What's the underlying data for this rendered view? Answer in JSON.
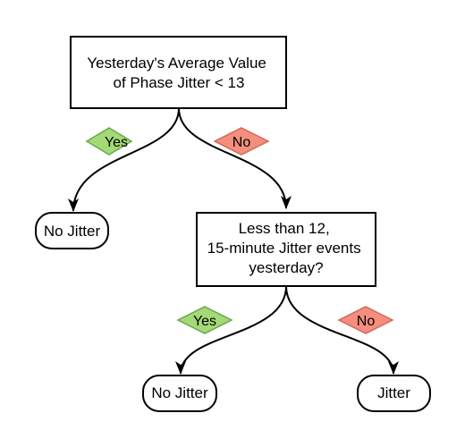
{
  "nodes": {
    "root_decision": {
      "lines": [
        "Yesterday's Average Value",
        "of Phase Jitter < 13"
      ]
    },
    "second_decision": {
      "lines": [
        "Less than 12,",
        "15-minute Jitter events",
        "yesterday?"
      ]
    },
    "outcome_left": {
      "label": "No Jitter"
    },
    "outcome_middle": {
      "label": "No Jitter"
    },
    "outcome_right": {
      "label": "Jitter"
    }
  },
  "edges": {
    "root_yes": {
      "label": "Yes"
    },
    "root_no": {
      "label": "No"
    },
    "second_yes": {
      "label": "Yes"
    },
    "second_no": {
      "label": "No"
    }
  },
  "colors": {
    "yes_fill": "#a3d977",
    "yes_stroke": "#6ba84f",
    "no_fill": "#f58e7e",
    "no_stroke": "#d06a5a",
    "box_stroke": "#000000",
    "connector": "#000000"
  }
}
